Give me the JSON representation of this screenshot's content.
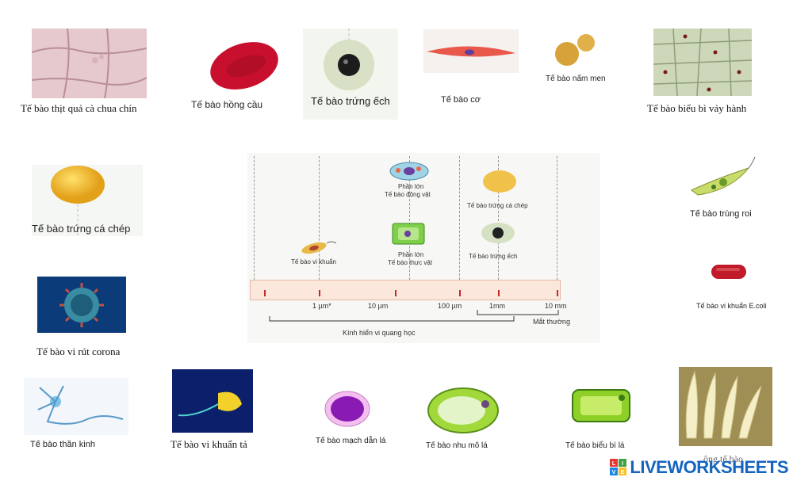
{
  "top_row": {
    "tomato": "Tế bào thịt quả cà  chua chín",
    "rbc": "Tế bào hồng cầu",
    "frog_egg": "Tế bào trứng ếch",
    "muscle": "Tế bào cơ",
    "yeast": "Tế bào nấm men",
    "onion": "Tế bào biểu bì vảy hành"
  },
  "left_col": {
    "carp_egg": "Tế bào trứng cá chép",
    "corona": "Tế bào vi rút corona"
  },
  "right_col": {
    "euglena": "Tế bào trùng roi",
    "ecoli": "Tế bào vi khuẩn E.coli"
  },
  "bottom_row": {
    "neuron": "Tế bào thần kinh",
    "cholera": "Tế bào vi khuẩn tả",
    "vascular": "Tế bào mạch dẫn lá",
    "parenchyma": "Tế bào nhu mô lá",
    "epidermis": "Tế bào biểu bì lá",
    "partial": "...ông tế bào"
  },
  "scale": {
    "bacteria": "Tế bào vi khuẩn",
    "animal_1": "Phần lớn",
    "animal_2": "Tế bào động vật",
    "plant_1": "Phần lớn",
    "plant_2": "Tế bào thực vật",
    "carp": "Tế bào trứng cá chép",
    "frog": "Tế bào trứng ếch",
    "ticks": [
      "1 µm*",
      "10 µm",
      "100 µm",
      "1mm",
      "10 mm"
    ],
    "microscope": "Kính hiển vi quang học",
    "naked_eye": "Mắt thường"
  },
  "logo": {
    "live": "LIVE",
    "text": "LIVEWORKSHEETS"
  }
}
